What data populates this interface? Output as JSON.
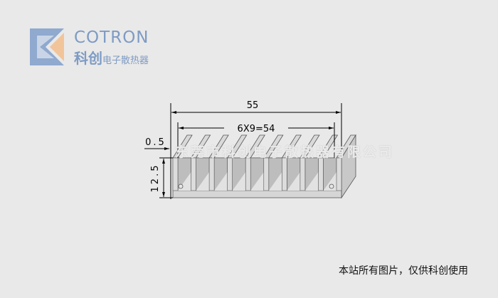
{
  "logo": {
    "brand": "COTRON",
    "cn_bold": "科创",
    "cn_sub": "电子散热器",
    "colors": {
      "blue": "#7e9bc4",
      "orange": "#f2c49a"
    }
  },
  "drawing": {
    "overall_width": "55",
    "fin_pitch": "6X9=54",
    "fin_thickness": "0.5",
    "height": "12.5",
    "fin_count": 10
  },
  "watermark": "东莞市科创电子散热器有限公司",
  "caption": "本站所有图片，仅供科创使用"
}
